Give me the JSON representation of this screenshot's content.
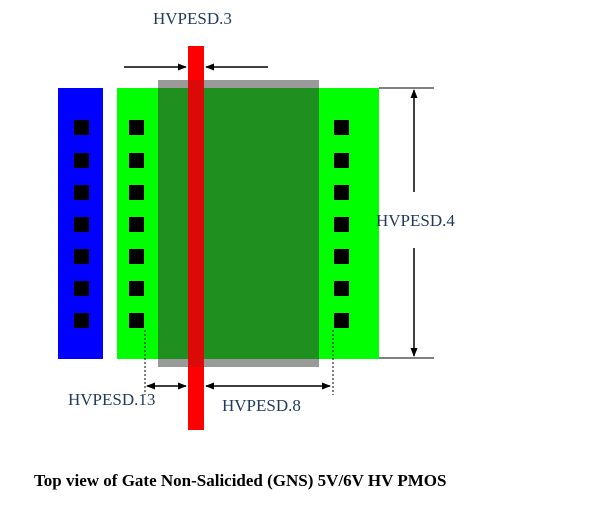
{
  "labels": {
    "rule_3": "HVPESD.3",
    "rule_4": "HVPESD.4",
    "rule_8": "HVPESD.8",
    "rule_13": "HVPESD.13"
  },
  "caption": "Top view of Gate Non-Salicided (GNS) 5V/6V HV PMOS",
  "colors": {
    "body_tap": "#0000ff",
    "active": "#00ff00",
    "gns_region": "#1f8f1f",
    "gns_border": "#9a9a9a",
    "gate": "#ff0000",
    "contact": "#000000"
  },
  "contact_counts": {
    "body_tap_column": 7,
    "left_active_column": 7,
    "right_active_column": 7
  }
}
